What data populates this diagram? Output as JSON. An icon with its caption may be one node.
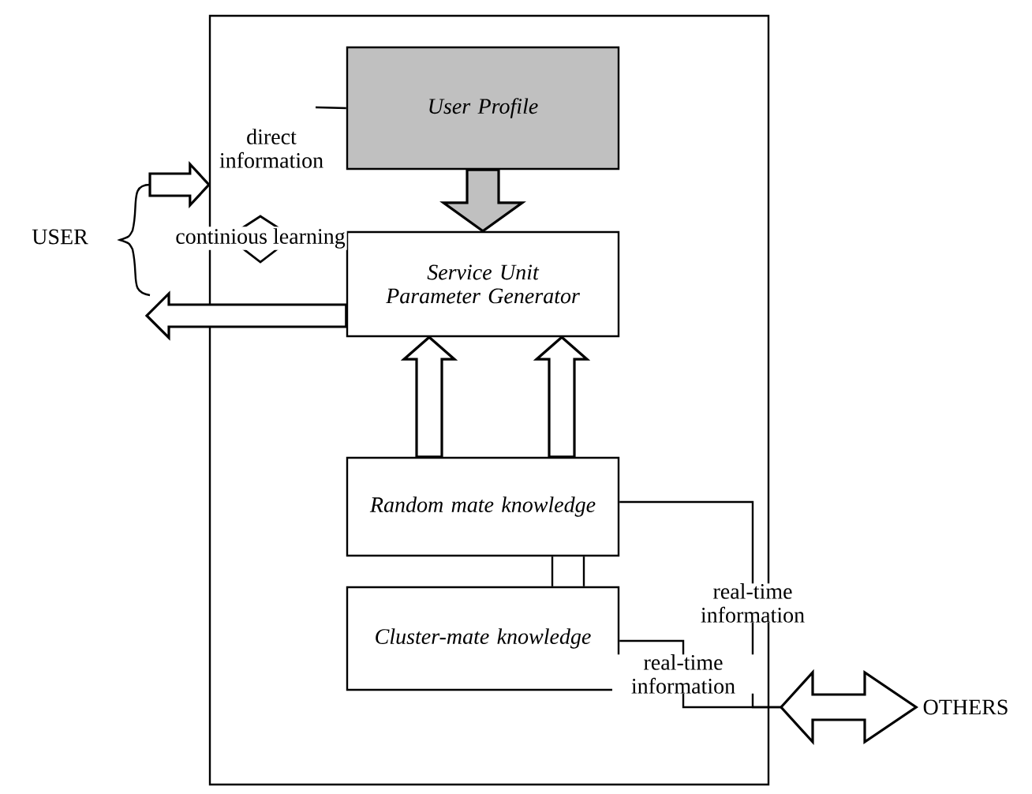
{
  "diagram": {
    "nodes": [
      {
        "text": [],
        "shape": "box"
      },
      {
        "text": [
          "User Profile"
        ],
        "in": 0
      },
      {
        "text": [
          "Service Unit Parameter Generator"
        ],
        "in": 0
      },
      {
        "text": [
          "Random mate knowledge"
        ],
        "in": 0
      },
      {
        "text": [
          "Cluster-mate knowledge"
        ],
        "in": 0
      },
      {
        "text": [
          "USER"
        ]
      },
      {
        "text": [
          "OTHERS"
        ]
      },
      {
        "text": [
          "direct information"
        ],
        "in": 0
      }
    ],
    "edges": [
      {
        "from": 1,
        "to": 2,
        "arrow": "to",
        "style": "thick",
        "color": "#c0c0c0"
      },
      {
        "from": 5,
        "to": 0,
        "arrow": "to",
        "style": "thick"
      },
      {
        "from": 2,
        "to": 5,
        "arrow": "to",
        "style": "thick"
      },
      {
        "from": 3,
        "to": 2,
        "arrow": "to",
        "style": "thick"
      },
      {
        "from": 3,
        "to": 2,
        "arrow": "to",
        "style": "thick"
      },
      {
        "from": 3,
        "to": 4,
        "arrow": "none"
      },
      {
        "from": 3,
        "to": 4,
        "arrow": "none"
      },
      {
        "from": 3,
        "to": null,
        "arrow": "none",
        "label": "real-time information"
      },
      {
        "from": 4,
        "to": null,
        "arrow": "none",
        "label": "real-time information"
      },
      {
        "from": null,
        "to": 6,
        "arrow": "both",
        "style": "thick"
      },
      {
        "from": 7,
        "to": 1,
        "arrow": "none"
      }
    ],
    "labels": [
      "continious learning"
    ]
  }
}
